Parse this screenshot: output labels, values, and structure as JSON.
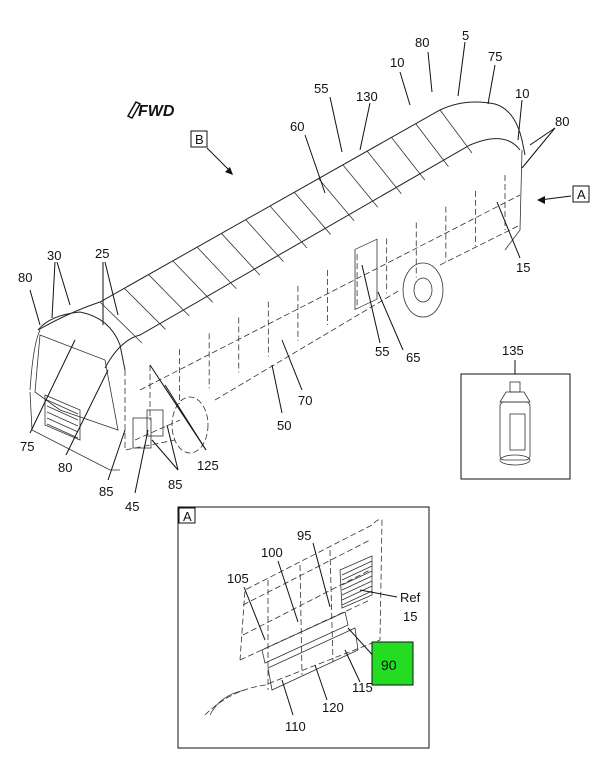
{
  "orientation": {
    "fwd_label": "FWD"
  },
  "views": {
    "a": "A",
    "b": "B"
  },
  "callouts": {
    "c5": "5",
    "c10a": "10",
    "c10b": "10",
    "c15": "15",
    "c25": "25",
    "c30": "30",
    "c45": "45",
    "c50": "50",
    "c55a": "55",
    "c55b": "55",
    "c60": "60",
    "c65": "65",
    "c70": "70",
    "c75a": "75",
    "c75b": "75",
    "c80a": "80",
    "c80b": "80",
    "c80c": "80",
    "c80d": "80",
    "c85a": "85",
    "c85b": "85",
    "c125": "125",
    "c130": "130",
    "c135": "135"
  },
  "detail_a": {
    "title": "A",
    "c95": "95",
    "c100": "100",
    "c105": "105",
    "ref": "Ref",
    "ref15": "15",
    "c90": "90",
    "c115": "115",
    "c110": "110",
    "c120": "120",
    "highlight_color": "#22dd22"
  }
}
